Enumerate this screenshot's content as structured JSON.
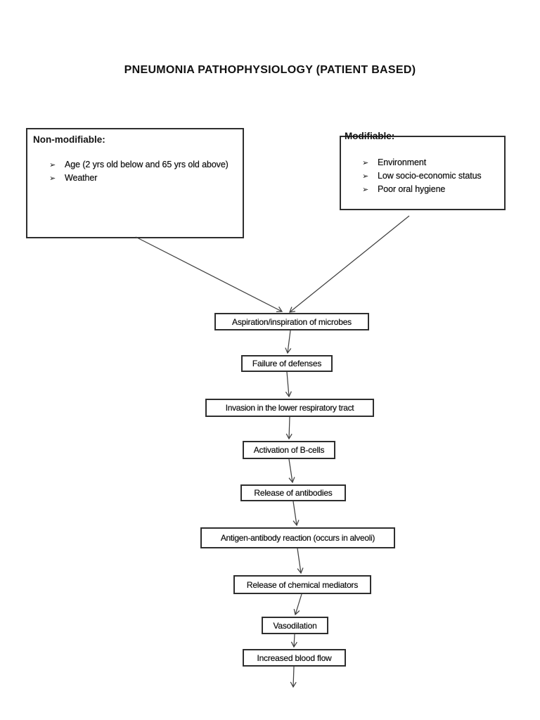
{
  "page": {
    "title": "PNEUMONIA PATHOPHYSIOLOGY (PATIENT BASED)"
  },
  "bullet_glyph": "➢",
  "factor_boxes": {
    "non_modifiable": {
      "heading": "Non-modifiable:",
      "items": [
        "Age (2 yrs old below and 65 yrs old above)",
        "Weather"
      ]
    },
    "modifiable": {
      "heading": "Modifiable:",
      "items": [
        "Environment",
        "Low socio-economic status",
        "Poor oral hygiene"
      ]
    }
  },
  "flow_steps": [
    "Aspiration/inspiration of microbes",
    "Failure of defenses",
    "Invasion in the lower respiratory tract",
    "Activation of B-cells",
    "Release of antibodies",
    "Antigen-antibody reaction (occurs in alveoli)",
    "Release of chemical mediators",
    "Vasodilation",
    "Increased blood flow"
  ],
  "colors": {
    "ink": "#1c1c1c",
    "border": "#2e2e2e",
    "connector": "#404040",
    "background": "#ffffff"
  }
}
